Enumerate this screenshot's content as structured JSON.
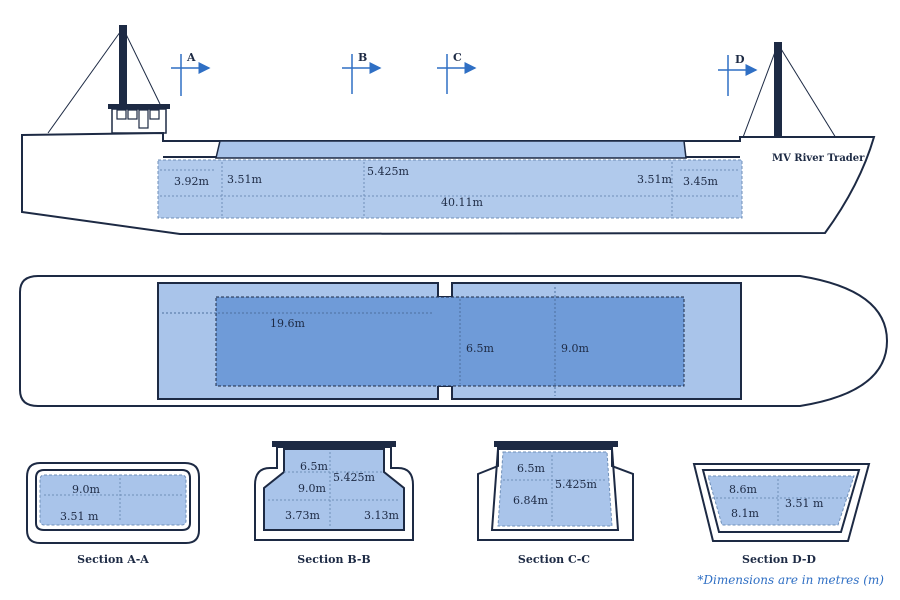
{
  "ship_name": "MV River Trader",
  "section_markers": [
    "A",
    "B",
    "C",
    "D"
  ],
  "side_view": {
    "dims": {
      "fwd_width": "3.92m",
      "fwd_hold": "3.51m",
      "hold_height": "5.425m",
      "aft_hold": "3.51m",
      "aft_width": "3.45m",
      "total_length": "40.11m"
    }
  },
  "plan_view": {
    "dims": {
      "hold_length": "19.6m",
      "hatch_width": "6.5m",
      "hold_width": "9.0m"
    }
  },
  "sections": [
    {
      "title": "Section A-A",
      "dims": [
        "9.0m",
        "3.51 m"
      ]
    },
    {
      "title": "Section B-B",
      "dims": [
        "6.5m",
        "5.425m",
        "9.0m",
        "3.73m",
        "3.13m"
      ]
    },
    {
      "title": "Section C-C",
      "dims": [
        "6.5m",
        "5.425m",
        "6.84m"
      ]
    },
    {
      "title": "Section D-D",
      "dims": [
        "8.6m",
        "3.51 m",
        "8.1m"
      ]
    }
  ],
  "footnote": "*Dimensions are in metres (m)",
  "colors": {
    "outline": "#1d2a44",
    "hold_fill": "#a9c4ea",
    "hold_dark": "#6f9bd8",
    "arrow": "#2f6fc4",
    "footnote": "#2f6fc4"
  }
}
